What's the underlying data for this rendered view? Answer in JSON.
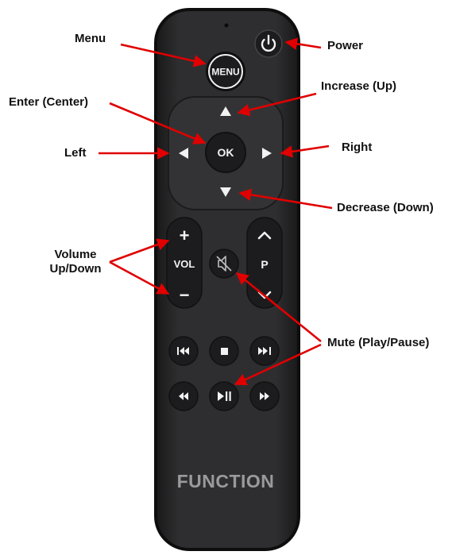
{
  "remote": {
    "menu_button": "MENU",
    "ok_button": "OK",
    "volume_button": "VOL",
    "plus_sign": "+",
    "minus_sign": "−",
    "program_button": "P",
    "brand": "FUNCTION"
  },
  "callouts": {
    "menu": "Menu",
    "power": "Power",
    "increase_up": "Increase (Up)",
    "enter_center": "Enter (Center)",
    "left": "Left",
    "right": "Right",
    "decrease_down": "Decrease (Down)",
    "volume_line1": "Volume",
    "volume_line2": "Up/Down",
    "mute_play_pause": "Mute (Play/Pause)"
  },
  "colors": {
    "remote_body": "#2a2a2c",
    "remote_edge": "#111111",
    "button": "#1c1c1e",
    "dpad": "#333335",
    "arrow": "#e00000",
    "text_on_remote": "#f2f2f2"
  },
  "icons": [
    "power-icon",
    "up-triangle-icon",
    "down-triangle-icon",
    "left-triangle-icon",
    "right-triangle-icon",
    "mute-icon",
    "chevron-up-icon",
    "chevron-down-icon",
    "previous-track-icon",
    "stop-icon",
    "next-track-icon",
    "rewind-icon",
    "play-pause-icon",
    "fast-forward-icon"
  ]
}
